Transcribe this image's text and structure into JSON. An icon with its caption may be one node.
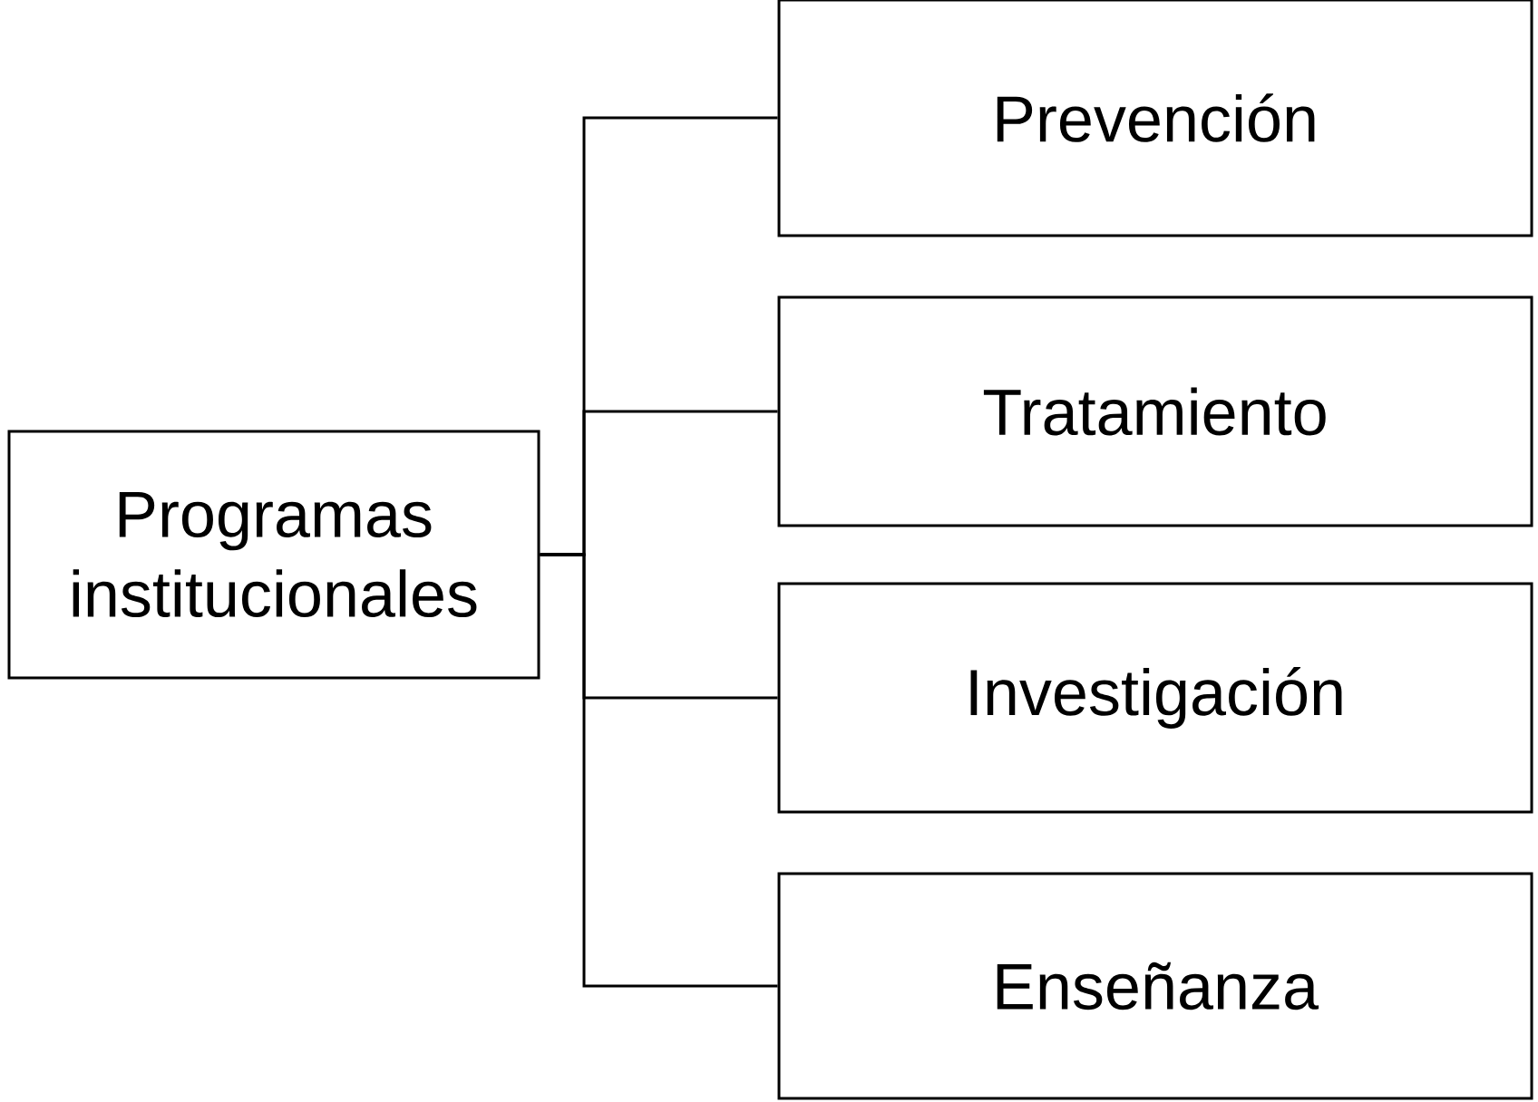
{
  "diagram": {
    "nodes": [
      {
        "text": [
          "Programas institucionales"
        ]
      },
      {
        "text": [
          "Prevención"
        ]
      },
      {
        "text": [
          "Tratamiento"
        ]
      },
      {
        "text": [
          "Investigación"
        ]
      },
      {
        "text": [
          "Enseñanza"
        ]
      }
    ],
    "edges": [
      {
        "from": 0,
        "to": 1,
        "arrow": "none"
      },
      {
        "from": 0,
        "to": 2,
        "arrow": "none"
      },
      {
        "from": 0,
        "to": 3,
        "arrow": "none"
      },
      {
        "from": 0,
        "to": 4,
        "arrow": "none"
      }
    ]
  }
}
